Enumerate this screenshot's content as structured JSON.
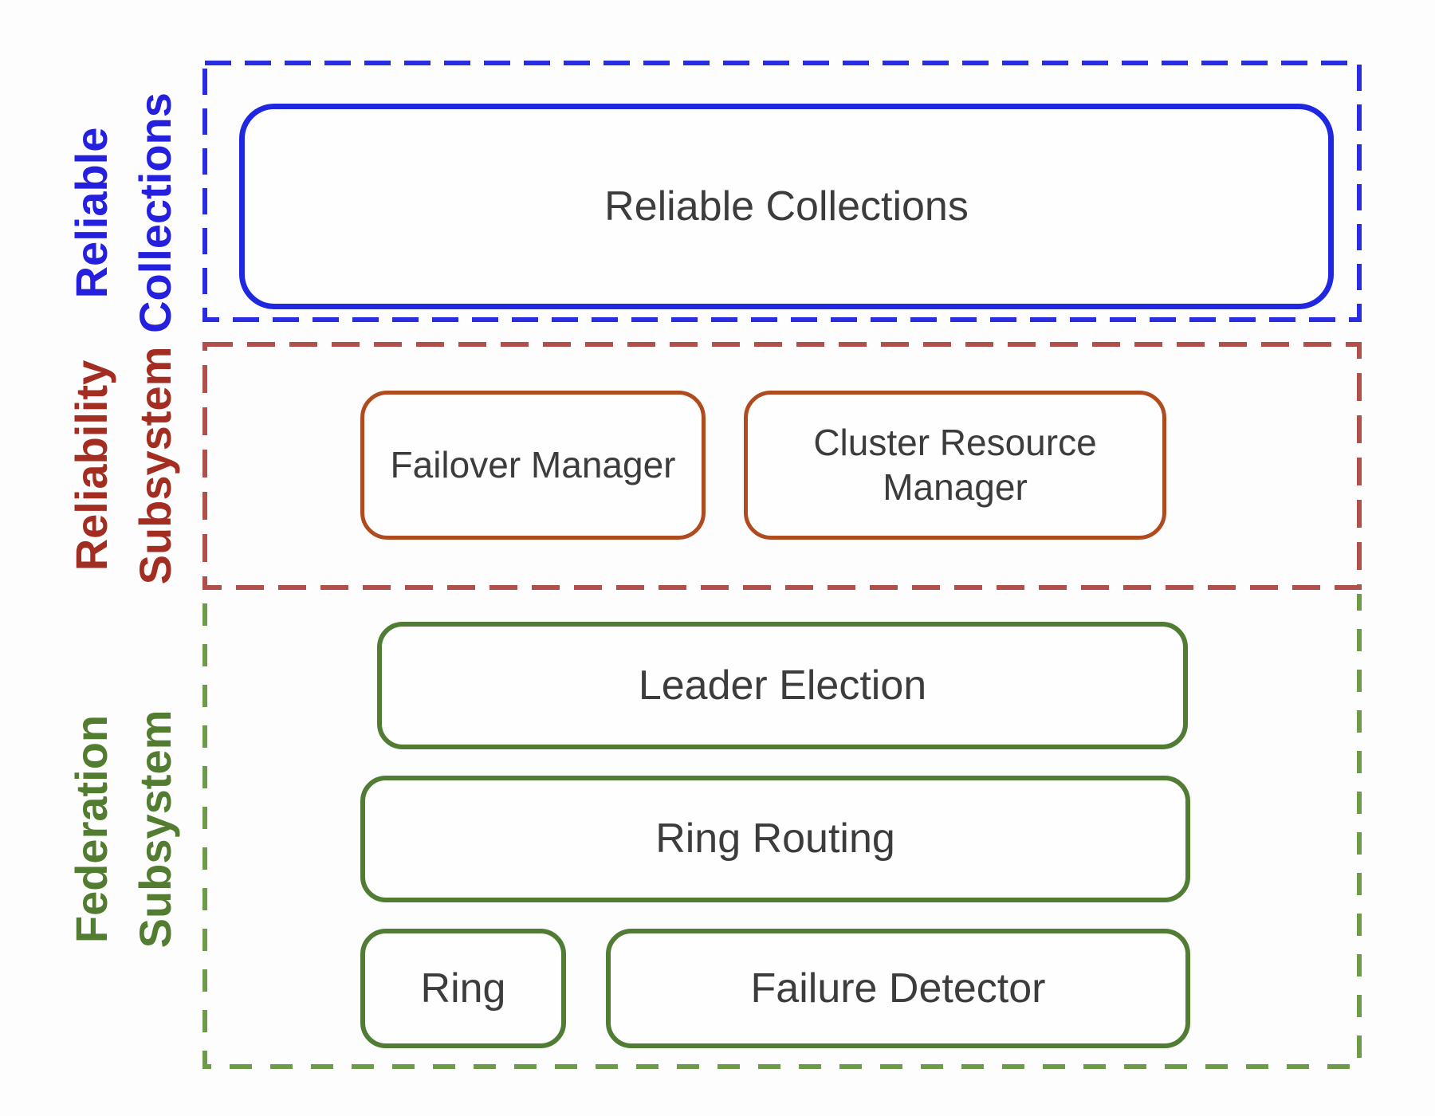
{
  "colors": {
    "blue-border": "#1f27e0",
    "blue-dash": "#2a2ce1",
    "blue-label": "#2420dd",
    "red-dash": "#b0504b",
    "red-label": "#a42d22",
    "orange-border": "#b04b20",
    "green-dash": "#6d9b4a",
    "green-border": "#507d33",
    "green-label": "#527c2f",
    "box-text": "#3c3c3c"
  },
  "sections": [
    {
      "id": "reliable-collections",
      "label_line1": "Reliable",
      "label_line2": "Collections"
    },
    {
      "id": "reliability-subsystem",
      "label_line1": "Reliability",
      "label_line2": "Subsystem"
    },
    {
      "id": "federation-subsystem",
      "label_line1": "Federation",
      "label_line2": "Subsystem"
    }
  ],
  "boxes": {
    "reliable_collections": "Reliable Collections",
    "failover_manager": "Failover Manager",
    "cluster_resource_manager": "Cluster Resource Manager",
    "leader_election": "Leader Election",
    "ring_routing": "Ring Routing",
    "ring": "Ring",
    "failure_detector": "Failure Detector"
  }
}
